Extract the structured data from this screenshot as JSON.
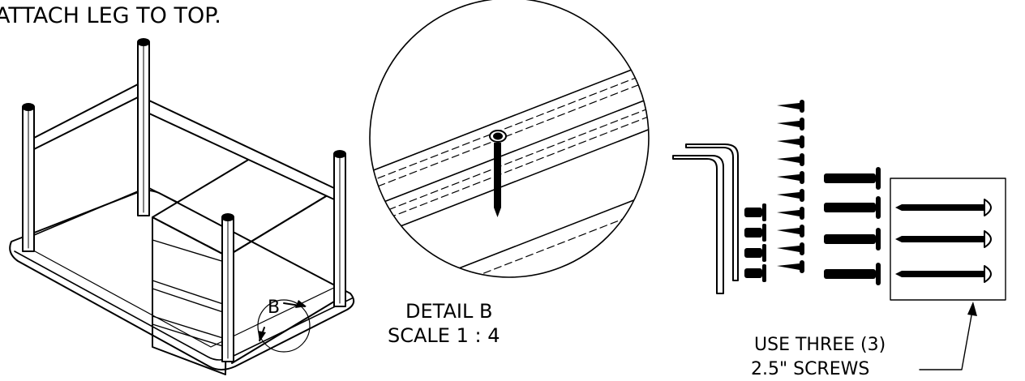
{
  "instruction": "ATTACH LEG TO TOP.",
  "callout_letter": "B",
  "detail": {
    "title": "DETAIL B",
    "scale": "SCALE 1 : 4"
  },
  "note": {
    "line1": "USE THREE (3)",
    "line2": "2.5\" SCREWS"
  }
}
